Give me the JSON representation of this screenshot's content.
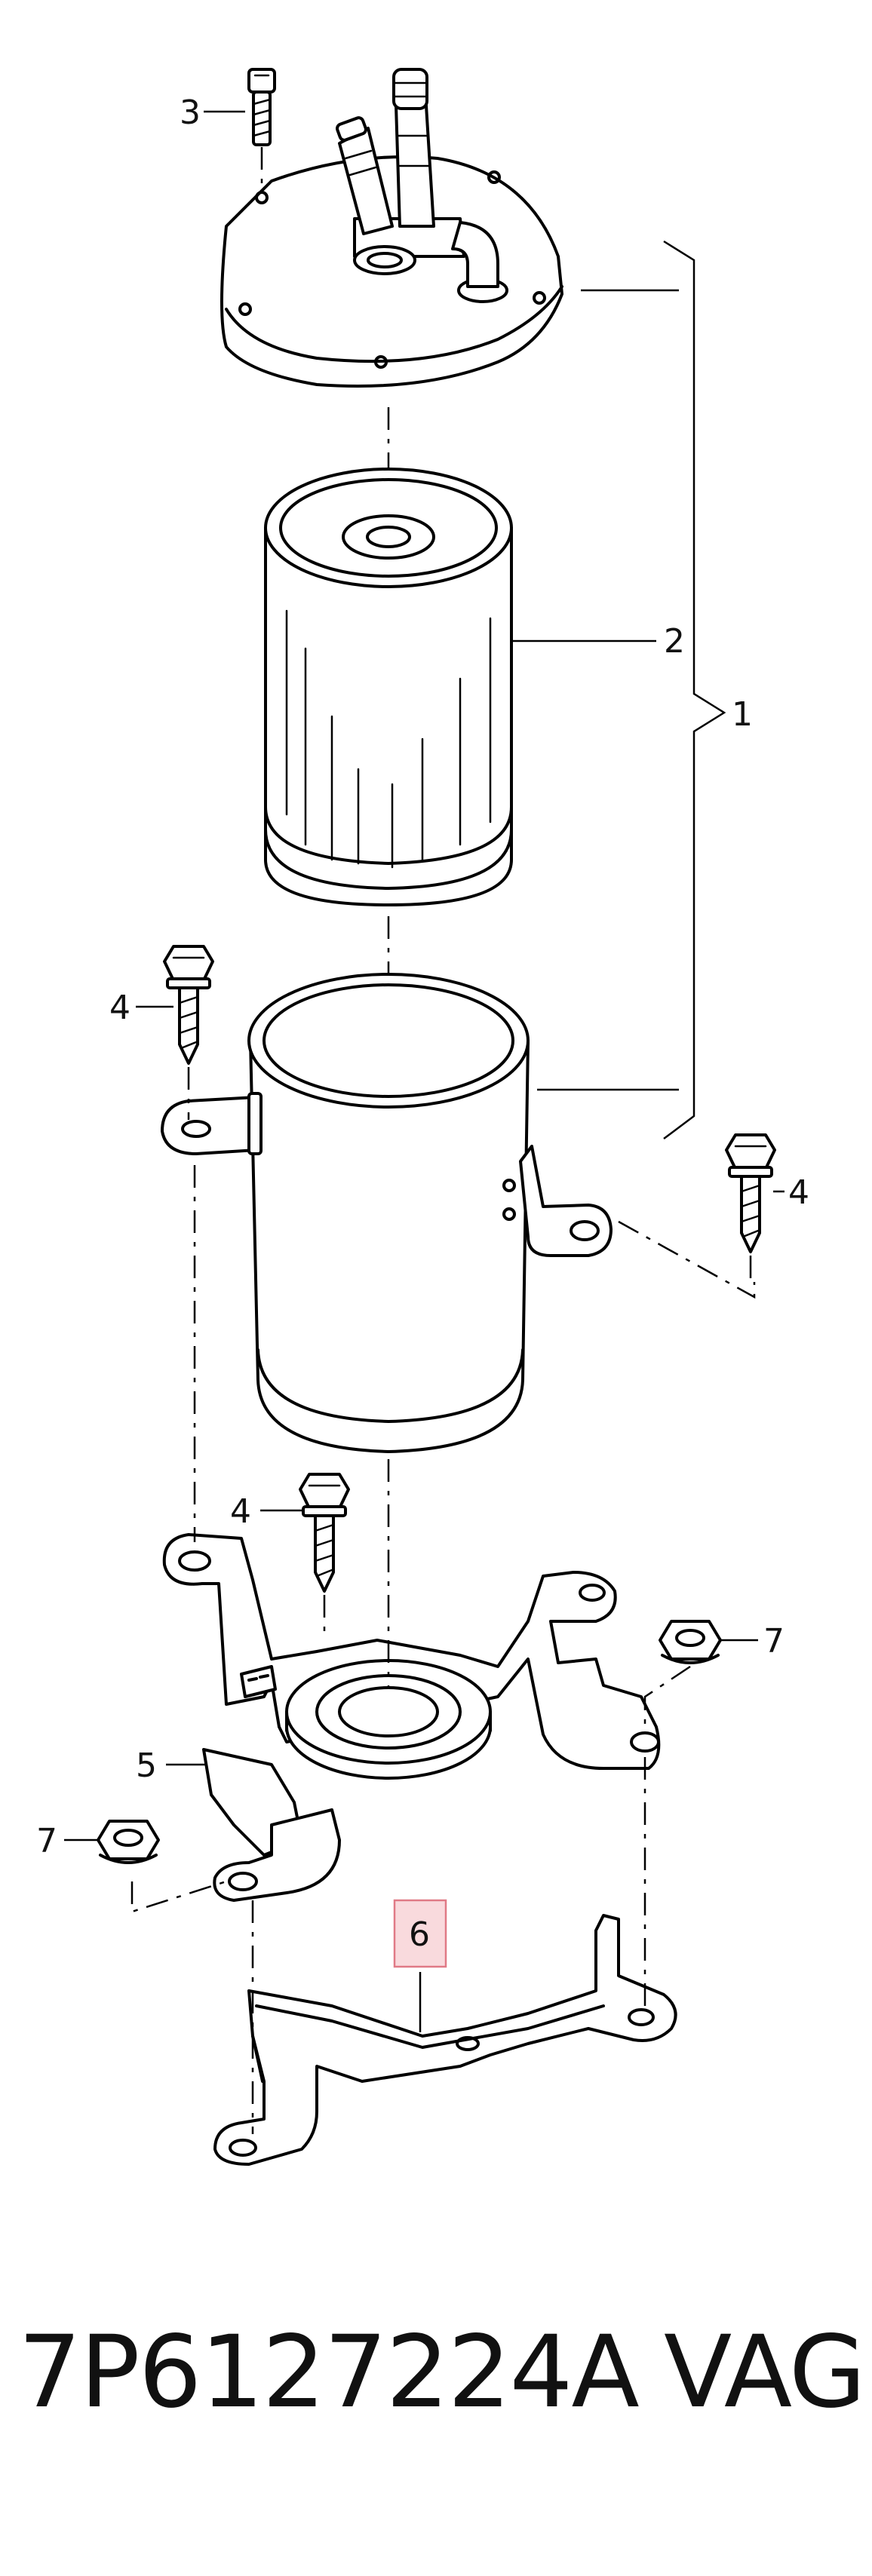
{
  "diagram": {
    "callouts": {
      "c1": "1",
      "c2": "2",
      "c3": "3",
      "c4a": "4",
      "c4b": "4",
      "c4c": "4",
      "c5": "5",
      "c6": "6",
      "c7a": "7",
      "c7b": "7"
    },
    "highlighted_callout": "6",
    "highlight_color": "#f9dadd"
  },
  "footer": {
    "part_number": "7P6127224A",
    "brand": "VAG"
  }
}
